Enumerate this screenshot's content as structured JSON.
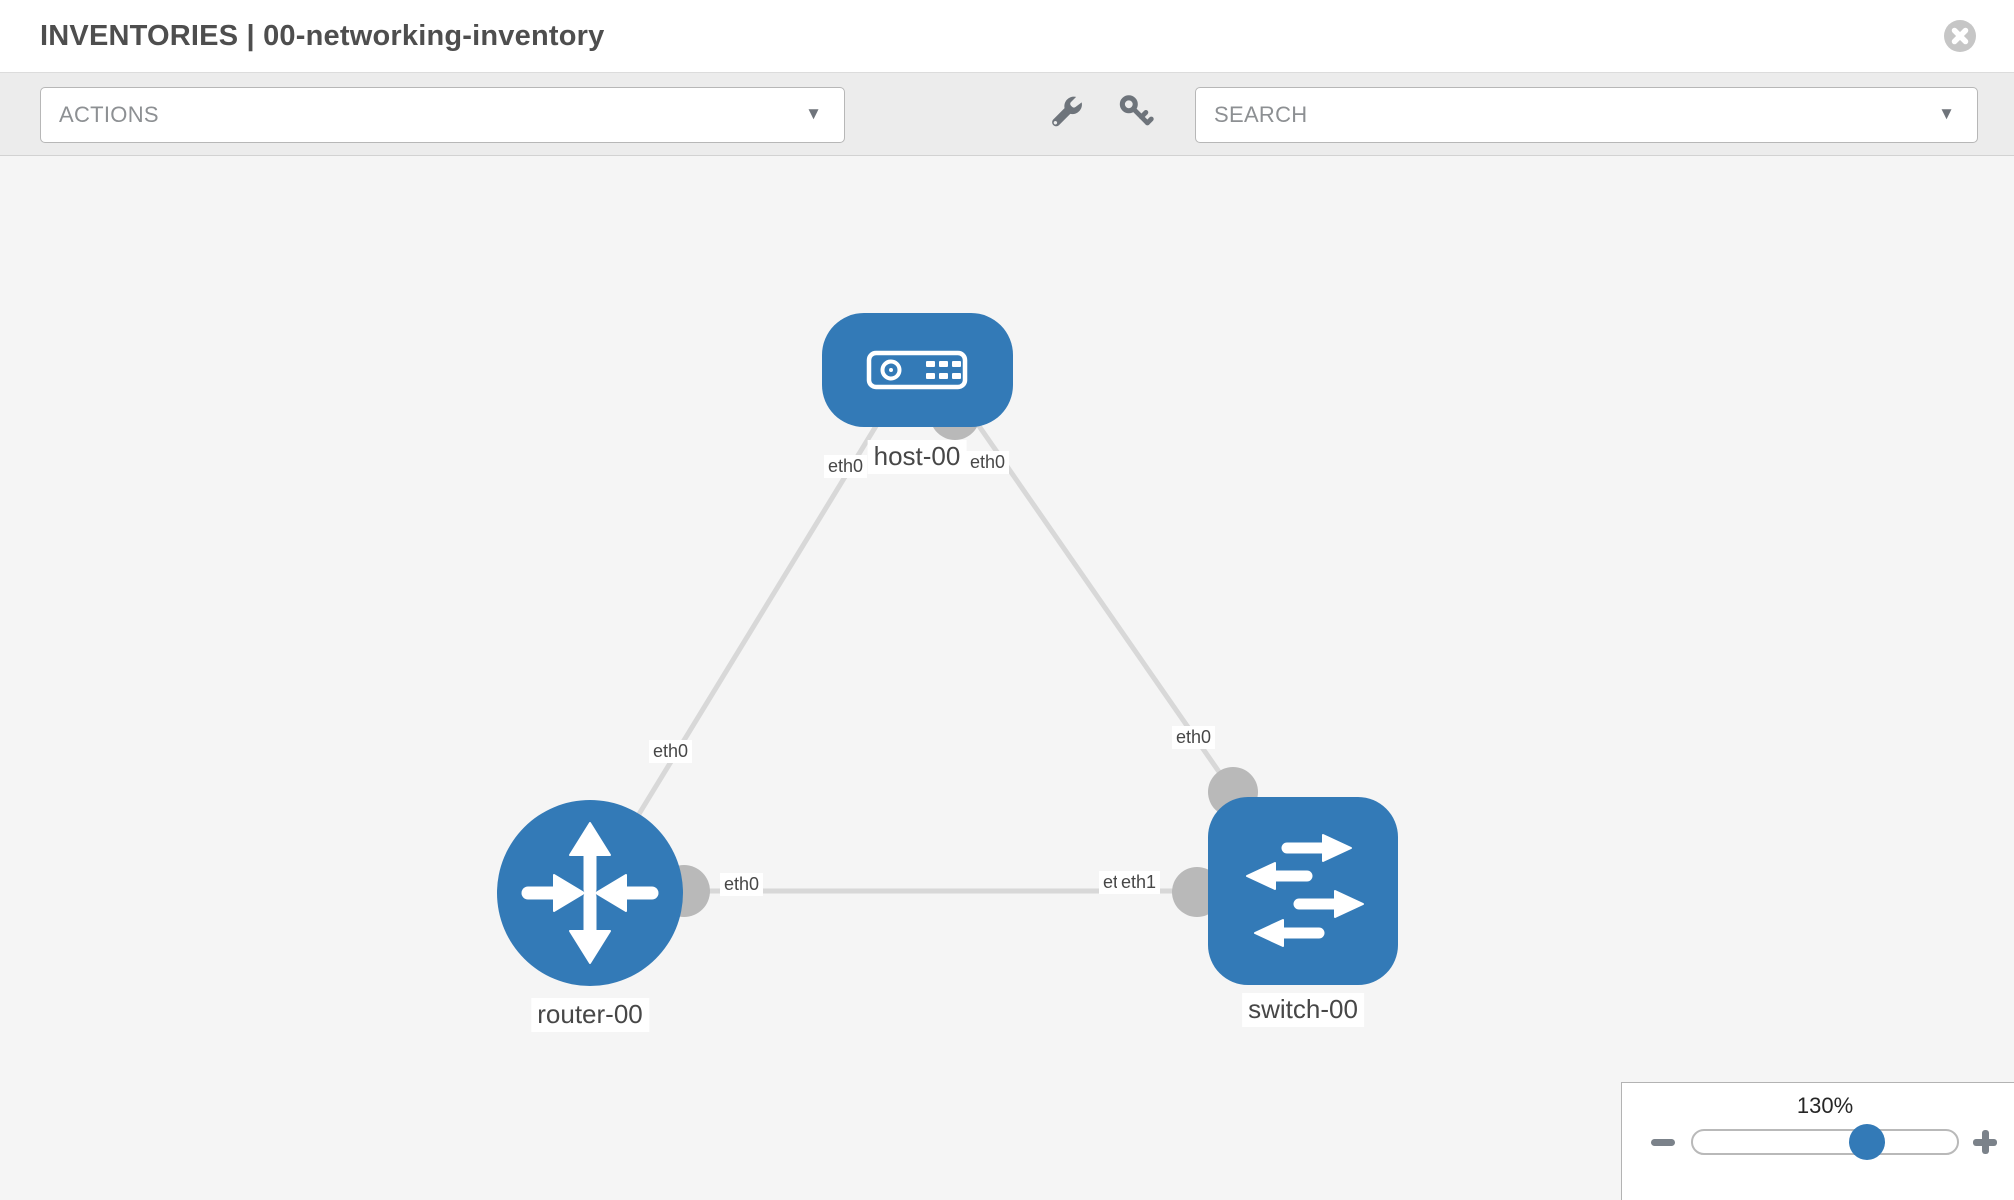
{
  "window": {
    "title": "INVENTORIES | 00-networking-inventory"
  },
  "toolbar": {
    "actions_placeholder": "ACTIONS",
    "search_placeholder": "SEARCH",
    "caret_glyph": "▼"
  },
  "icons": {
    "close": "circle-x",
    "wrench": "wrench",
    "key": "key",
    "dropdown_caret": "caret-down",
    "zoom_out": "minus",
    "zoom_in": "plus",
    "host_glyph": "server-front",
    "router_glyph": "four-arrows",
    "switch_glyph": "crossing-arrows"
  },
  "topology": {
    "nodes": [
      {
        "label": "host-00",
        "type": "host"
      },
      {
        "label": "router-00",
        "type": "router"
      },
      {
        "label": "switch-00",
        "type": "switch"
      }
    ],
    "links": [
      {
        "from": "host-00",
        "from_interface": "eth0",
        "to": "router-00",
        "to_interface": "eth0"
      },
      {
        "from": "host-00",
        "from_interface": "eth0",
        "to": "switch-00",
        "to_interface": "eth0"
      },
      {
        "from": "router-00",
        "from_interface": "eth0",
        "to": "switch-00",
        "to_interface": "eth1",
        "overlapped_interface_label": "eth0"
      }
    ]
  },
  "zoom_control": {
    "level_label": "130%",
    "percent": 130
  },
  "colors": {
    "node_fill": "#337ab7",
    "edge": "#d8d8d8",
    "connector": "#b9b9b9",
    "canvas_bg": "#f5f5f5",
    "toolbar_bg": "#ececec",
    "slider_thumb": "#337ab7"
  }
}
